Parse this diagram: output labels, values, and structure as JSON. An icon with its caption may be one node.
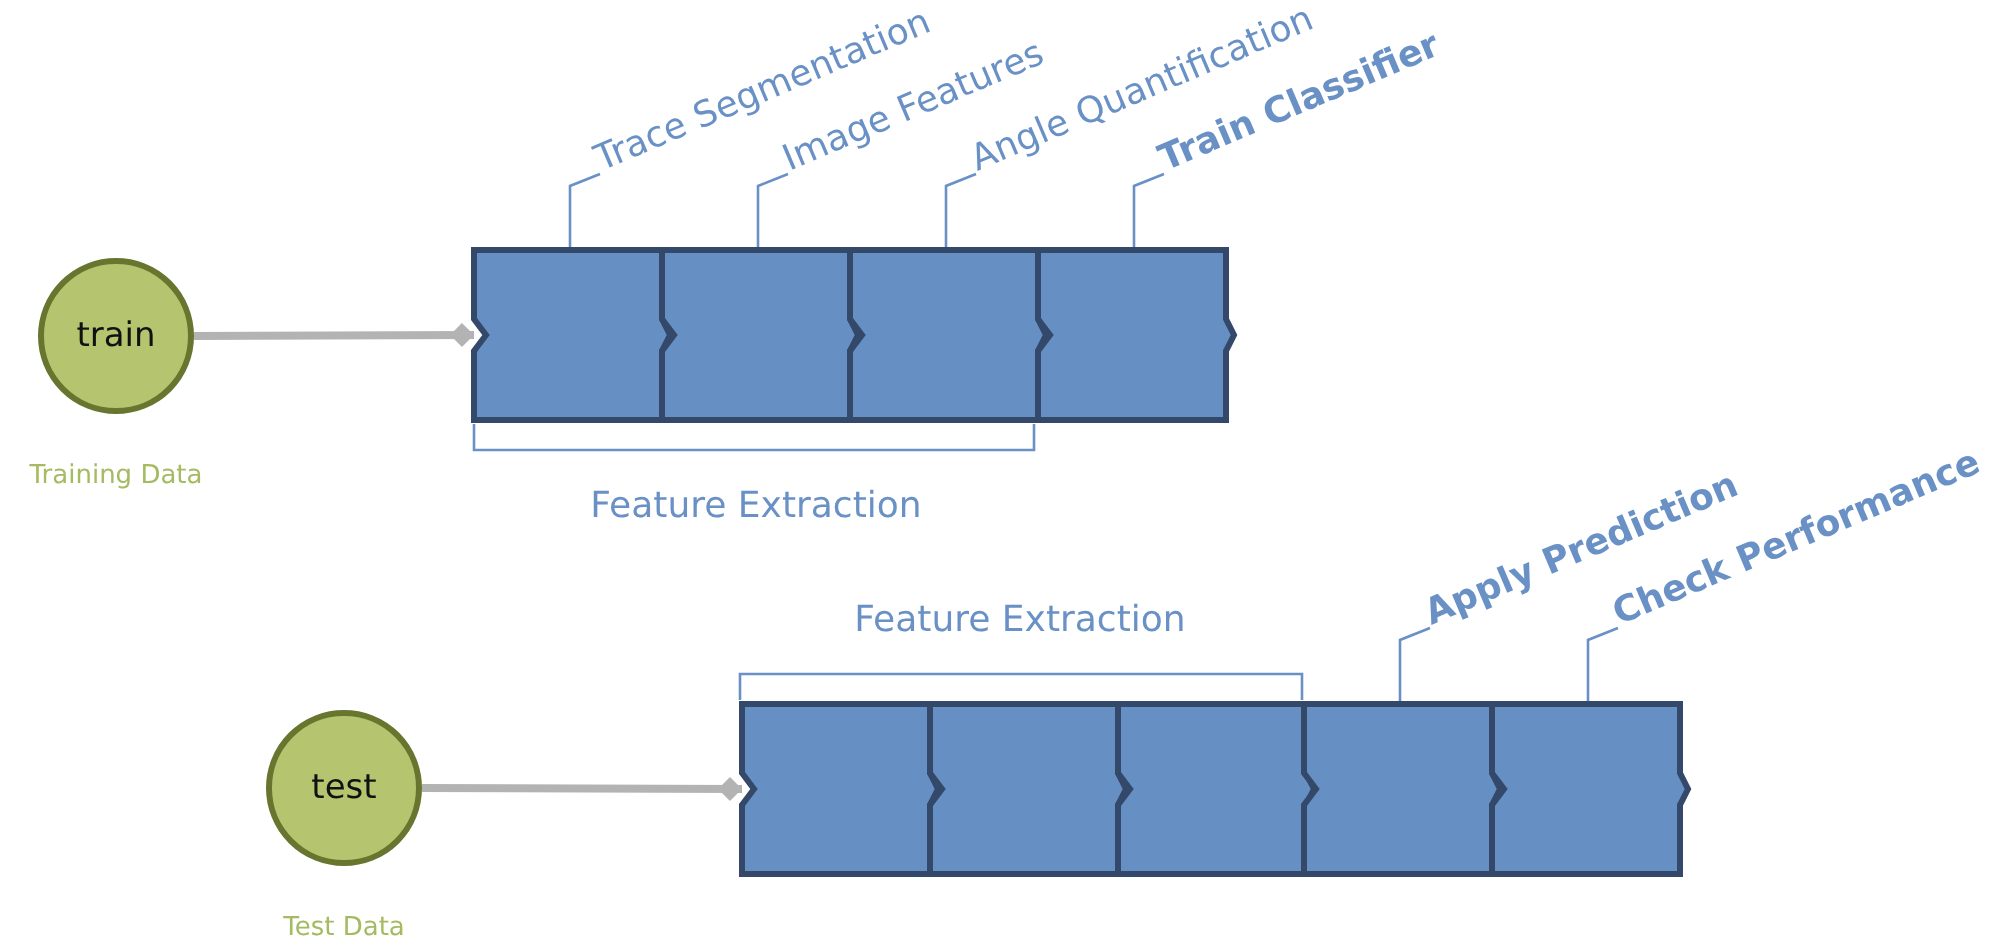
{
  "diagram": {
    "nodes": [
      {
        "text": [
          "train"
        ],
        "beside": [
          "Training Data"
        ]
      },
      {
        "text": [],
        "shape": "box"
      },
      {
        "text": [],
        "shape": "box"
      },
      {
        "text": [],
        "shape": "box"
      },
      {
        "text": [],
        "shape": "box"
      },
      {
        "text": [
          "Trace Segmentation"
        ]
      },
      {
        "text": [
          "Image Features"
        ]
      },
      {
        "text": [
          "Angle Quantification"
        ]
      },
      {
        "text": [
          "Train Classifier"
        ]
      },
      {
        "text": [
          "test"
        ],
        "beside": [
          "Test Data"
        ]
      },
      {
        "text": [],
        "shape": "box"
      },
      {
        "text": [],
        "shape": "box"
      },
      {
        "text": [],
        "shape": "box"
      },
      {
        "text": [],
        "shape": "box"
      },
      {
        "text": [],
        "shape": "box"
      },
      {
        "text": [
          "Apply Prediction"
        ]
      },
      {
        "text": [
          "Check Performance"
        ]
      }
    ],
    "edges": [
      {
        "from": 0,
        "to": 1,
        "arrow": "other",
        "style": "thick"
      },
      {
        "from": 5,
        "to": 1,
        "arrow": "none"
      },
      {
        "from": 6,
        "to": 2,
        "arrow": "none"
      },
      {
        "from": 7,
        "to": 3,
        "arrow": "none"
      },
      {
        "from": 8,
        "to": 4,
        "arrow": "none"
      },
      {
        "from": 9,
        "to": 10,
        "arrow": "other",
        "style": "thick"
      },
      {
        "from": 15,
        "to": 13,
        "arrow": "none"
      },
      {
        "from": 16,
        "to": 14,
        "arrow": "none"
      }
    ],
    "labels": [
      "Feature Extraction",
      "Feature Extraction"
    ]
  }
}
